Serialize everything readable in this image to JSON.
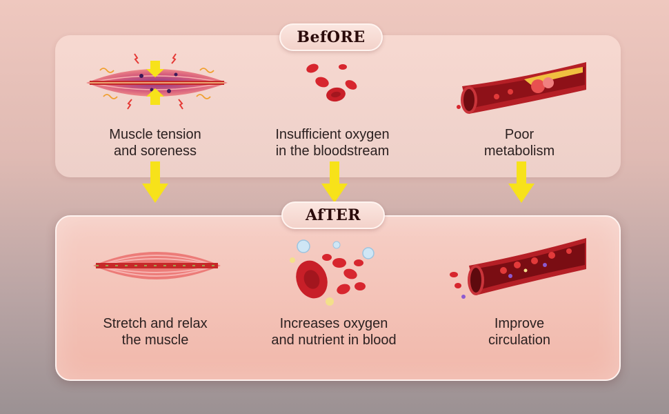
{
  "before": {
    "title": "BefORE",
    "items": [
      {
        "line1": "Muscle tension",
        "line2": "and soreness",
        "icon": "tense-muscle-icon"
      },
      {
        "line1": "Insufficient oxygen",
        "line2": "in the bloodstream",
        "icon": "blood-cells-icon"
      },
      {
        "line1": "Poor",
        "line2": "metabolism",
        "icon": "clogged-vessel-icon"
      }
    ]
  },
  "after": {
    "title": "AfTER",
    "items": [
      {
        "line1": "Stretch and relax",
        "line2": "the muscle",
        "icon": "relaxed-muscle-icon"
      },
      {
        "line1": "Increases oxygen",
        "line2": "and nutrient in blood",
        "icon": "oxygenated-cells-icon"
      },
      {
        "line1": "Improve",
        "line2": "circulation",
        "icon": "healthy-vessel-icon"
      }
    ]
  },
  "colors": {
    "arrow": "#f7e21a",
    "blood": "#d7262e",
    "muscle": "#e66a6a"
  }
}
